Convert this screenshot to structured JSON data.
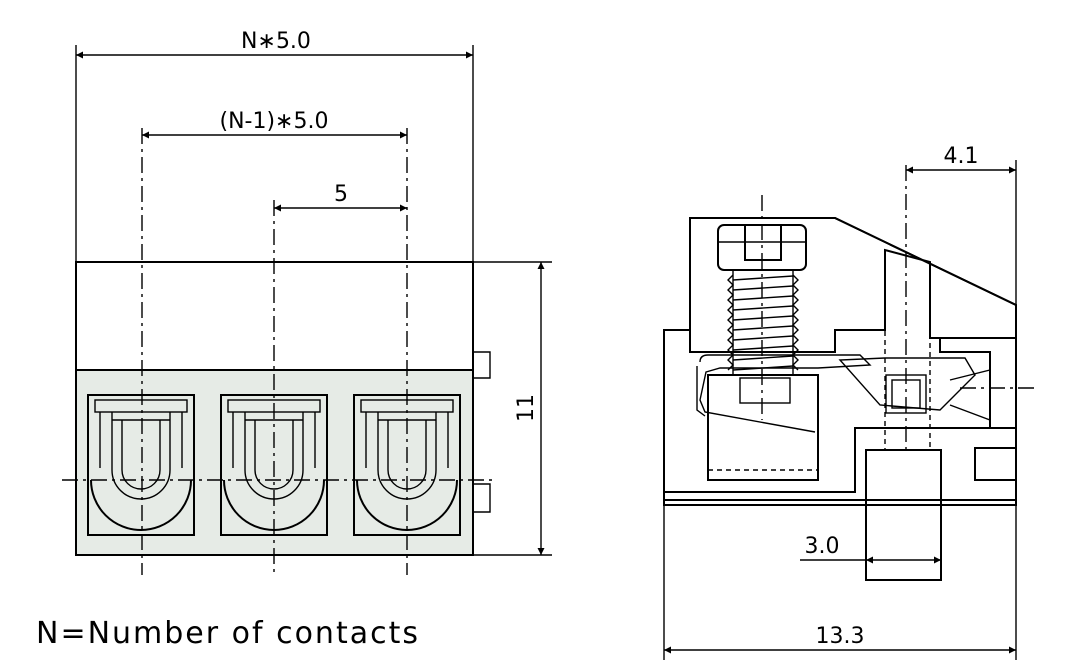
{
  "front_view": {
    "dim_total": "N∗5.0",
    "dim_span": "(N-1)∗5.0",
    "dim_pitch": "5",
    "dim_height": "11"
  },
  "side_view": {
    "dim_top": "4.1",
    "dim_pin": "3.0",
    "dim_depth": "13.3"
  },
  "note": "N=Number of contacts",
  "colors": {
    "line": "#000000",
    "body_fill": "#e6ebe6",
    "background": "#ffffff"
  }
}
